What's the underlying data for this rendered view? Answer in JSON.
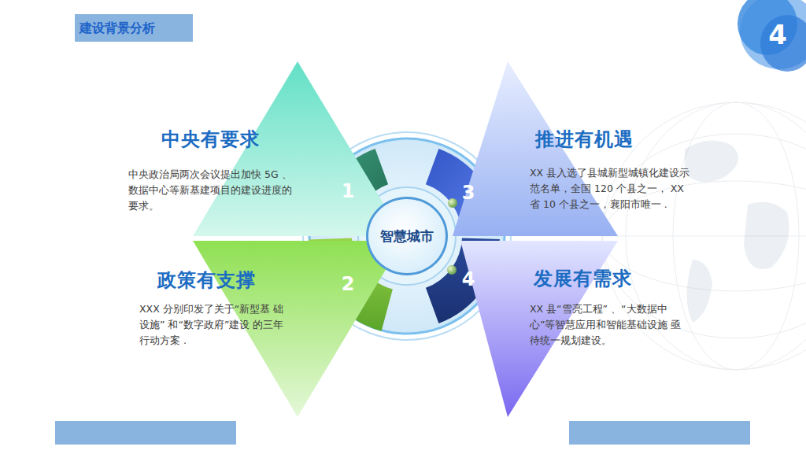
{
  "diagram": {
    "title": "建设背景分析",
    "nodes": [
      {
        "text": [
          "中央有要求",
          "中央政治局两次会议提出加快 5G 、 数据中心等新基建项目的建设进度的 要求。"
        ]
      },
      {
        "text": [
          "推进有机遇",
          "XX 县入选了县城新型城镇化建设示 范名单，全国 120 个县之一， XX 省 10 个县之一，襄阳市唯一 ."
        ]
      },
      {
        "text": [
          "政策有支撑",
          "XXX 分别印发了关于“新型基 础设施” 和“数字政府”建设 的三年行动方案 ."
        ]
      },
      {
        "text": [
          "发展有需求",
          "XX 县“雪亮工程” 、“大数据中 心”等智慧应用和智能基础设施 亟待统一规划建设。"
        ]
      },
      {
        "text": [
          "智慧城市"
        ]
      },
      {
        "text": [
          "1"
        ]
      },
      {
        "text": [
          "2"
        ]
      },
      {
        "text": [
          "3"
        ]
      },
      {
        "text": [
          "4"
        ]
      }
    ],
    "labels": [
      "4"
    ]
  }
}
